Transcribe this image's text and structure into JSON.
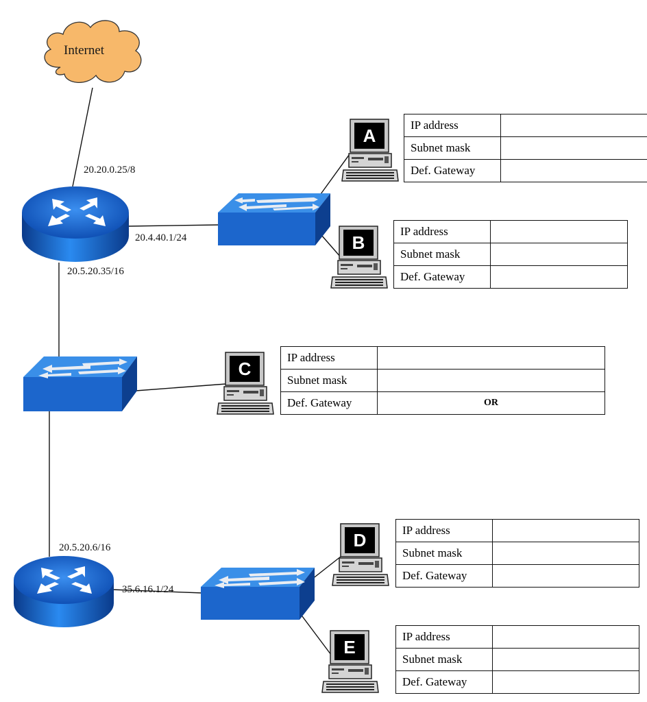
{
  "cloud": {
    "label": "Internet"
  },
  "router1": {
    "if_internet": "20.20.0.25/8",
    "if_switch": "20.4.40.1/24",
    "if_down": "20.5.20.35/16"
  },
  "router2": {
    "if_up": "20.5.20.6/16",
    "if_switch": "35.6.16.1/24"
  },
  "table_labels": {
    "ip": "IP address",
    "mask": "Subnet mask",
    "gw": "Def. Gateway"
  },
  "hosts": {
    "A": {
      "letter": "A",
      "ip": "",
      "mask": "",
      "gw": ""
    },
    "B": {
      "letter": "B",
      "ip": "",
      "mask": "",
      "gw": ""
    },
    "C": {
      "letter": "C",
      "ip": "",
      "mask": "",
      "gw": "OR"
    },
    "D": {
      "letter": "D",
      "ip": "",
      "mask": "",
      "gw": ""
    },
    "E": {
      "letter": "E",
      "ip": "",
      "mask": "",
      "gw": ""
    }
  },
  "colors": {
    "cloud_fill": "#f7b86a",
    "device_blue": "#1f6fd1",
    "device_dark": "#0d3f8f",
    "monitor_screen": "#000000"
  }
}
